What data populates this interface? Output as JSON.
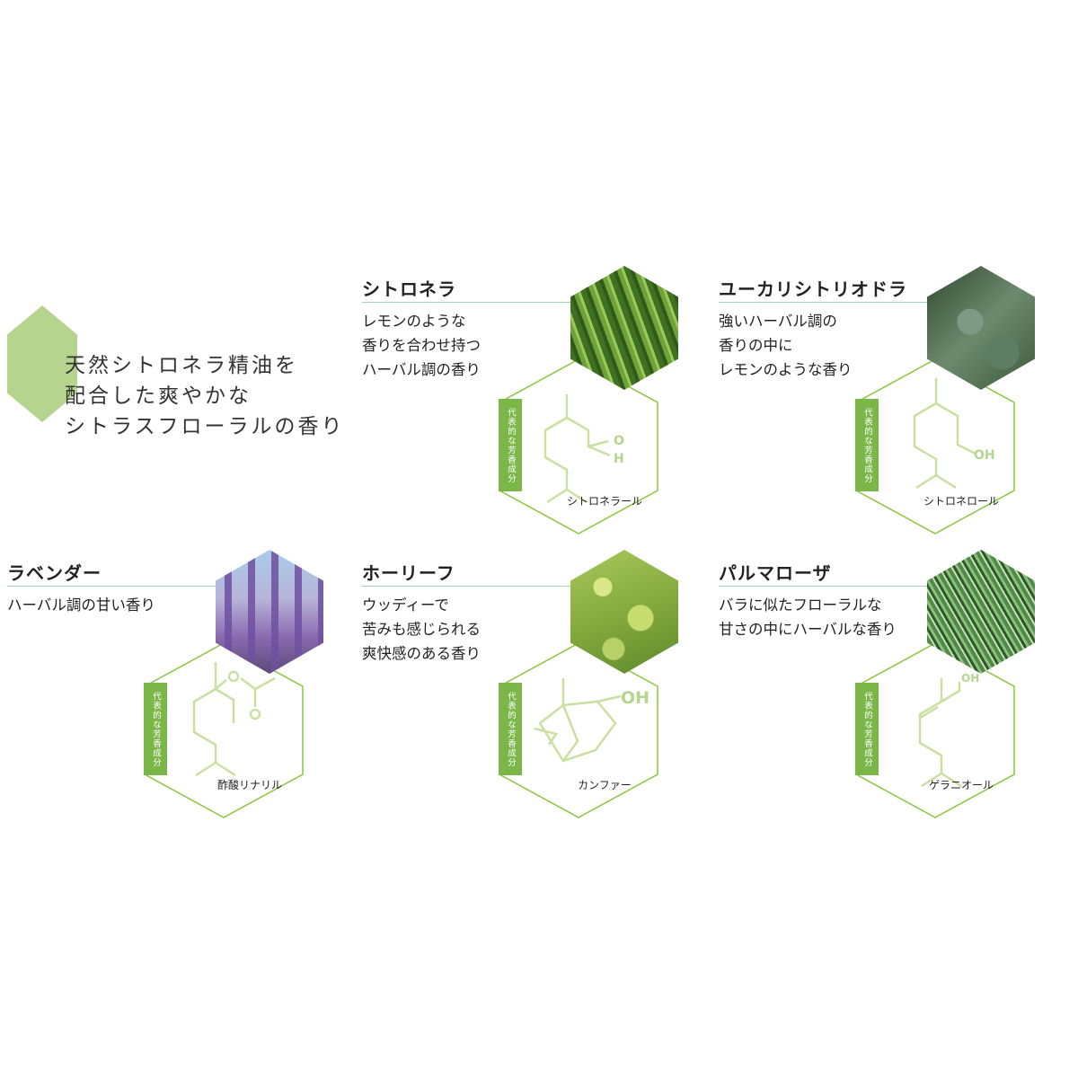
{
  "intro": {
    "lines": [
      "天然シトロネラ精油を",
      "配合した爽やかな",
      "シトラスフローラルの香り"
    ]
  },
  "component_label": "代表的な芳香成分",
  "colors": {
    "accent": "#7ab648",
    "hex_outline": "#8cc63f",
    "molecule": "#c9e0a0",
    "rule": "#9fd3b4",
    "intro_hex": "#b5d58e"
  },
  "cards": [
    {
      "title": "シトロネラ",
      "desc": [
        "レモンのような",
        "香りを合わせ持つ",
        "ハーバル調の香り"
      ],
      "compound": "シトロネラール",
      "atoms": [
        "O",
        "H"
      ]
    },
    {
      "title": "ユーカリシトリオドラ",
      "desc": [
        "強いハーバル調の",
        "香りの中に",
        "レモンのような香り"
      ],
      "compound": "シトロネロール",
      "atoms": [
        "OH"
      ]
    },
    {
      "title": "ラベンダー",
      "desc": [
        "ハーバル調の甘い香り"
      ],
      "compound": "酢酸リナリル",
      "atoms": []
    },
    {
      "title": "ホーリーフ",
      "desc": [
        "ウッディーで",
        "苦みも感じられる",
        "爽快感のある香り"
      ],
      "compound": "カンファー",
      "atoms": [
        "OH"
      ]
    },
    {
      "title": "パルマローザ",
      "desc": [
        "バラに似たフローラルな",
        "甘さの中にハーバルな香り"
      ],
      "compound": "ゲラニオール",
      "atoms": [
        "OH"
      ]
    }
  ]
}
